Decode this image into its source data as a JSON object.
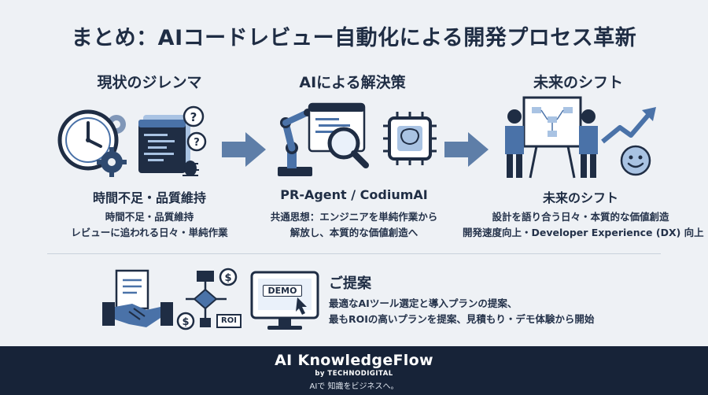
{
  "title": "まとめ：AIコードレビュー自動化による開発プロセス革新",
  "columns": [
    {
      "heading": "現状のジレンマ",
      "subheading": "時間不足・品質維持",
      "lines": [
        "時間不足・品質維持",
        "レビューに追われる日々・単純作業"
      ]
    },
    {
      "heading": "AIによる解決策",
      "subheading": "PR-Agent / CodiumAI",
      "lines": [
        "共通思想：エンジニアを単純作業から",
        "解放し、本質的な価値創造へ"
      ]
    },
    {
      "heading": "未来のシフト",
      "subheading": "未来のシフト",
      "lines": [
        "設計を語り合う日々・本質的な価値創造",
        "開発速度向上・Developer Experience (DX) 向上"
      ]
    }
  ],
  "proposal": {
    "title": "ご提案",
    "lines": [
      "最適なAIツール選定と導入プランの提案、",
      "最もROIの高いプランを提案、見積もり・デモ体験から開始"
    ],
    "demo_label": "DEMO",
    "roi_label": "ROI"
  },
  "footer": {
    "brand": "AI KnowledgeFlow",
    "by": "by TECHNODIGITAL",
    "tagline": "AIで 知識をビジネスへ。"
  },
  "icons": {
    "current": [
      "clock-icon",
      "gear-icon",
      "code-window-icon",
      "question-icon",
      "bug-icon"
    ],
    "solution": [
      "robot-arm-icon",
      "code-window-icon",
      "magnifier-icon",
      "ai-chip-icon"
    ],
    "future": [
      "engineers-icon",
      "whiteboard-icon",
      "growth-arrow-icon",
      "smiley-icon"
    ],
    "proposal": [
      "handshake-icon",
      "document-icon",
      "flowchart-icon",
      "dollar-icon",
      "demo-monitor-icon"
    ]
  },
  "colors": {
    "navy": "#1f2d44",
    "blue": "#4a72a8",
    "light_blue": "#a9c3e3",
    "footer_bg": "#172338"
  }
}
